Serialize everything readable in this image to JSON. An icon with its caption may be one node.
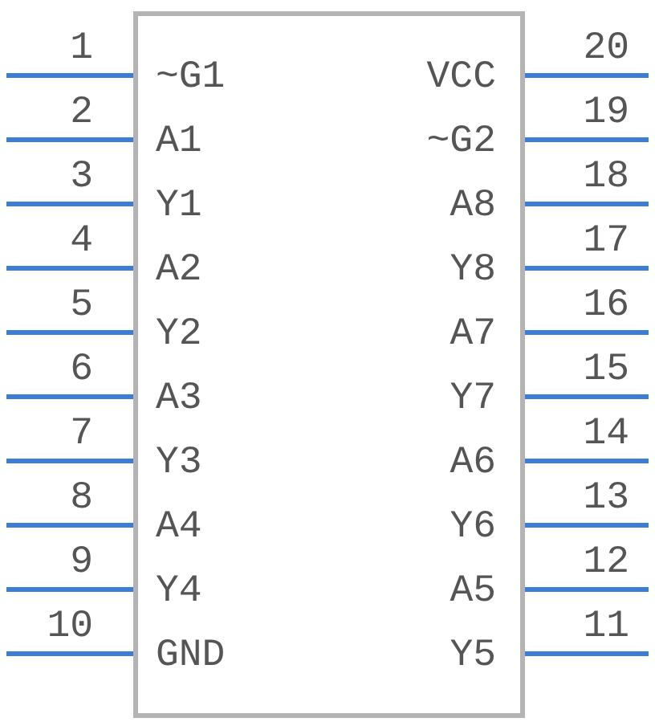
{
  "diagram": {
    "nodes": [
      {
        "text": [],
        "shape": "box"
      }
    ],
    "labels": [
      "1",
      "~G1",
      "VCC",
      "20",
      "2",
      "A1",
      "~G2",
      "19",
      "3",
      "Y1",
      "A8",
      "18",
      "4",
      "A2",
      "Y8",
      "17",
      "5",
      "Y2",
      "A7",
      "16",
      "6",
      "A3",
      "Y7",
      "15",
      "7",
      "Y3",
      "A6",
      "14",
      "8",
      "A4",
      "Y6",
      "13",
      "9",
      "Y4",
      "A5",
      "12",
      "10",
      "GND",
      "Y5",
      "11"
    ]
  }
}
